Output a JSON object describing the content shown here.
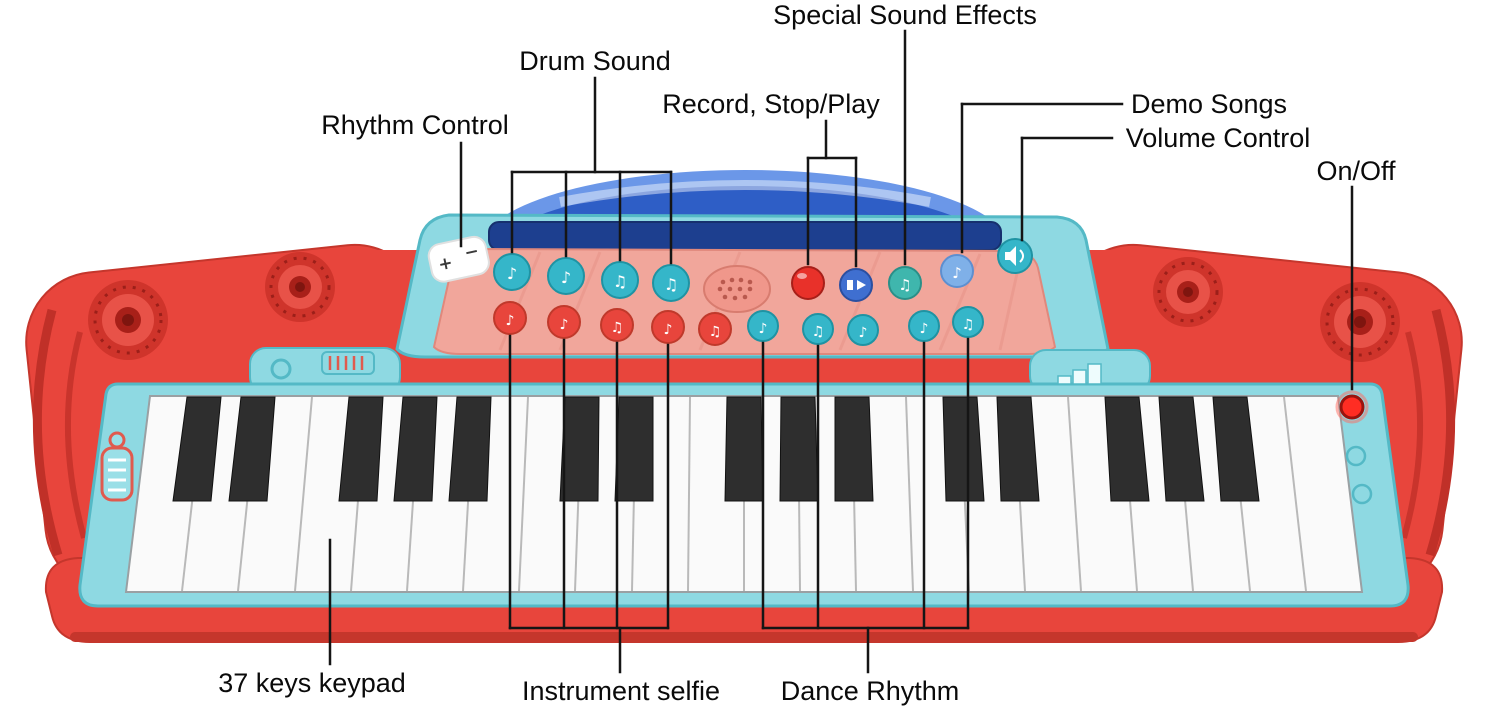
{
  "labels": {
    "special_sound_effects": "Special Sound Effects",
    "drum_sound": "Drum Sound",
    "record_stop_play": "Record, Stop/Play",
    "demo_songs": "Demo Songs",
    "volume_control": "Volume Control",
    "on_off": "On/Off",
    "rhythm_control": "Rhythm Control",
    "keys_keypad": "37 keys keypad",
    "instrument_selfie": "Instrument selfie",
    "dance_rhythm": "Dance Rhythm"
  },
  "icons": {
    "music_note": "♪",
    "music_notes": "♫",
    "plus": "+",
    "minus": "−"
  },
  "colors": {
    "body_red": "#e8453c",
    "body_red_dark": "#c5362c",
    "trim_teal": "#8ed9e2",
    "trim_teal_dark": "#54b9c6",
    "button_teal": "#35b6c9",
    "panel_salmon": "#f1a69b",
    "dome_blue": "#2e5ec6",
    "dome_blue_light": "#6b97e8",
    "navy_band": "#1d3f8f",
    "record_red": "#e8312a",
    "keys_white": "#fafafa",
    "keys_black": "#2e2e2e",
    "callout_black": "#151515"
  }
}
